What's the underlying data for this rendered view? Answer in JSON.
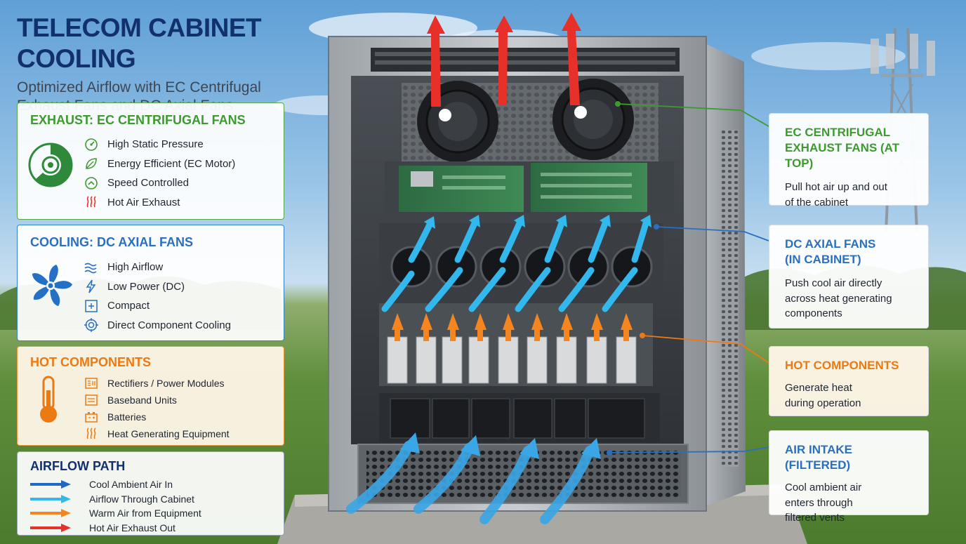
{
  "title": "TELECOM CABINET COOLING",
  "subtitle_line1": "Optimized Airflow with EC Centrifugal",
  "subtitle_line2": "Exhaust Fans and DC Axial Fans",
  "colors": {
    "navy": "#12306b",
    "green": "#3e9a2e",
    "blue": "#2a6fc0",
    "orange": "#ec7a12",
    "hot_red": "#e8302a",
    "cool_blue": "#1c69c9",
    "cyan": "#33b8ee",
    "warm_orange": "#f5861f"
  },
  "panels": {
    "exhaust": {
      "title": "EXHAUST: EC CENTRIFUGAL FANS",
      "icon": "centrifugal-fan-icon",
      "features": [
        {
          "label": "High Static Pressure",
          "icon": "gauge-icon"
        },
        {
          "label": "Energy Efficient (EC Motor)",
          "icon": "leaf-icon"
        },
        {
          "label": "Speed Controlled",
          "icon": "speed-dial-icon"
        },
        {
          "label": "Hot Air Exhaust",
          "icon": "heat-waves-icon"
        }
      ]
    },
    "cooling": {
      "title": "COOLING: DC AXIAL FANS",
      "icon": "axial-fan-icon",
      "features": [
        {
          "label": "High Airflow",
          "icon": "airflow-waves-icon"
        },
        {
          "label": "Low Power (DC)",
          "icon": "lightning-icon"
        },
        {
          "label": "Compact",
          "icon": "compact-box-icon"
        },
        {
          "label": "Direct Component Cooling",
          "icon": "target-icon"
        }
      ]
    },
    "hot": {
      "title": "HOT COMPONENTS",
      "icon": "thermometer-icon",
      "features": [
        {
          "label": "Rectifiers / Power Modules",
          "icon": "power-module-icon"
        },
        {
          "label": "Baseband Units",
          "icon": "baseband-unit-icon"
        },
        {
          "label": "Batteries",
          "icon": "battery-icon"
        },
        {
          "label": "Heat Generating Equipment",
          "icon": "heat-waves-icon"
        }
      ]
    },
    "airflow": {
      "title": "AIRFLOW PATH",
      "items": [
        {
          "label": "Cool Ambient Air In",
          "color": "#1c69c9"
        },
        {
          "label": "Airflow Through Cabinet",
          "color": "#33b8ee"
        },
        {
          "label": "Warm Air from Equipment",
          "color": "#f5861f"
        },
        {
          "label": "Hot Air Exhaust Out",
          "color": "#e8302a"
        }
      ]
    }
  },
  "callouts": [
    {
      "title_line1": "EC CENTRIFUGAL",
      "title_line2": "EXHAUST FANS (AT TOP)",
      "text_line1": "Pull hot air up and out",
      "text_line2": "of the cabinet",
      "text_line3": ""
    },
    {
      "title_line1": "DC AXIAL FANS",
      "title_line2": "(IN CABINET)",
      "text_line1": "Push cool air directly",
      "text_line2": "across heat generating",
      "text_line3": "components"
    },
    {
      "title_line1": "HOT COMPONENTS",
      "title_line2": "",
      "text_line1": "Generate heat",
      "text_line2": "during operation",
      "text_line3": ""
    },
    {
      "title_line1": "AIR INTAKE (FILTERED)",
      "title_line2": "",
      "text_line1": "Cool ambient air",
      "text_line2": "enters through",
      "text_line3": "filtered vents"
    }
  ]
}
